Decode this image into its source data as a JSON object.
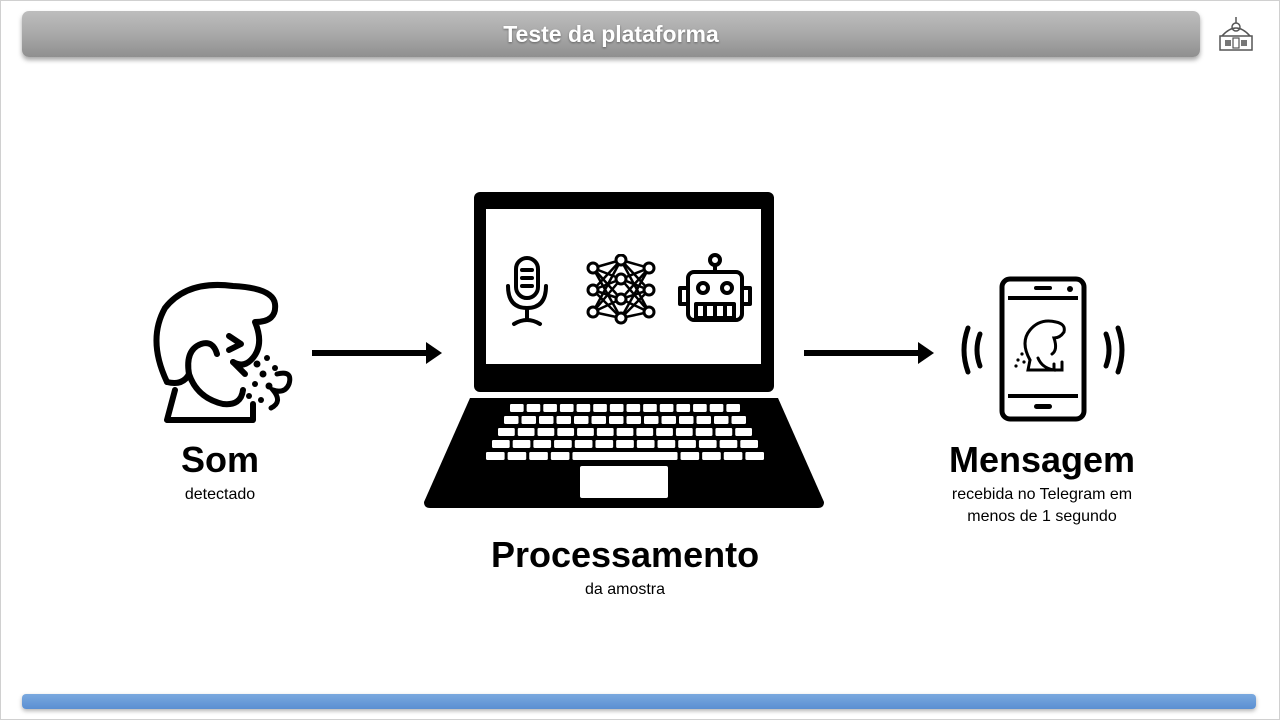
{
  "header": {
    "title": "Teste da plataforma"
  },
  "stages": [
    {
      "title": "Som",
      "subtitle": "detectado"
    },
    {
      "title": "Processamento",
      "subtitle": "da amostra"
    },
    {
      "title": "Mensagem",
      "subtitle": "recebida no Telegram em menos de 1 segundo"
    }
  ],
  "colors": {
    "title_bar": "#a9a9a9",
    "bottom_bar": "#5b8fd2",
    "icon": "#000000"
  },
  "icons": [
    "person-sneezing-icon",
    "laptop-icon",
    "microphone-icon",
    "neural-network-icon",
    "robot-icon",
    "smartphone-icon",
    "seal-icon"
  ]
}
